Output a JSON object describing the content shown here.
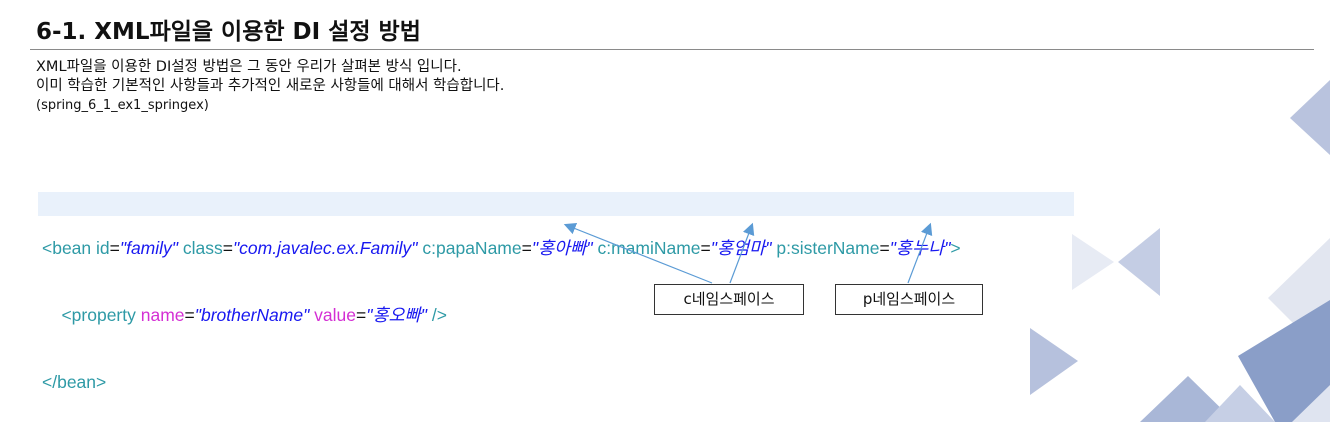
{
  "title": "6-1. XML파일을 이용한 DI 설정 방법",
  "description": {
    "line1": "XML파일을 이용한 DI설정 방법은 그 동안 우리가 살펴본 방식 입니다.",
    "line2": "이미 학습한 기본적인 사항들과 추가적인 새로운 사항들에 대해서 학습합니다.",
    "line3": "(spring_6_1_ex1_springex)"
  },
  "code": {
    "line1": {
      "open": "<bean",
      "id_attr": " id",
      "id_val": "\"family\"",
      "class_attr": " class",
      "class_val": "\"com.javalec.ex.Family\"",
      "c_papa_attr": " c:papaName",
      "c_papa_val": "\"홍아빠\"",
      "c_mami_attr": " c:mamiName",
      "c_mami_val": "\"홍엄마\"",
      "p_sister_attr": " p:sisterName",
      "p_sister_val": "\"홍누나\"",
      "close": ">"
    },
    "line2": {
      "open": "<property",
      "name_attr": " name",
      "name_val": "\"brotherName\"",
      "value_attr": " value",
      "value_val": "\"홍오빠\"",
      "close": " />"
    },
    "line3": {
      "close_tag": "</bean>"
    },
    "equals": "="
  },
  "callouts": {
    "c_namespace": "c네임스페이스",
    "p_namespace": "p네임스페이스"
  },
  "colors": {
    "tag": "#2e9aa6",
    "attribute": "#d42fd4",
    "value": "#1818f0",
    "highlight": "#e9f1fb",
    "arrow": "#5b9bd5",
    "decor_dark": "#8a9ec8",
    "decor_light": "#dfe4f0"
  }
}
